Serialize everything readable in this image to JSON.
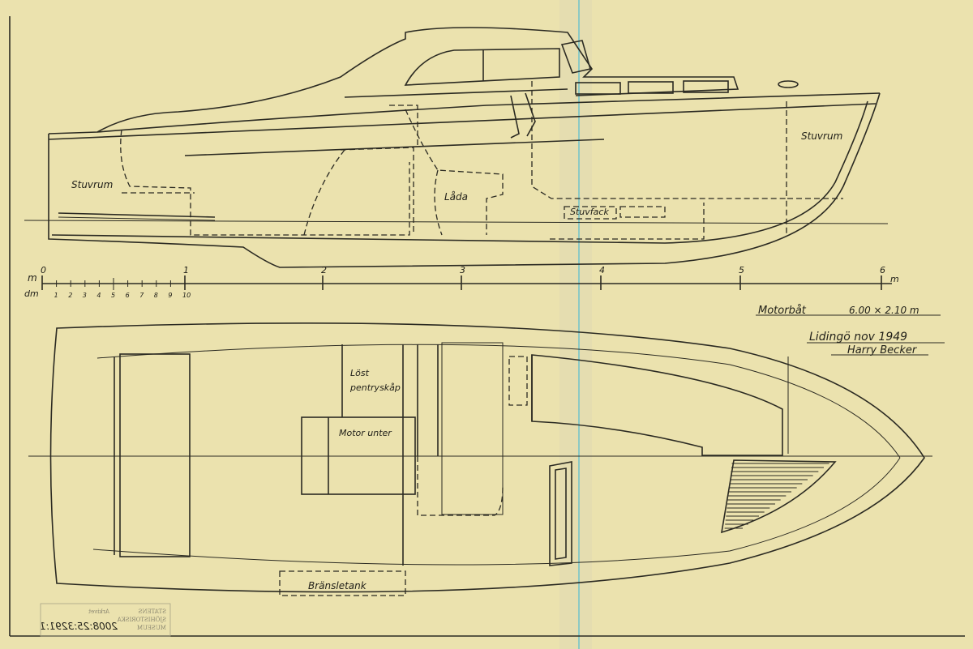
{
  "title_block": {
    "boat": "Motorbåt",
    "dimensions": "6.00 × 2.10 m",
    "place_date": "Lidingö nov 1949",
    "signature": "Harry Becker"
  },
  "profile_labels": {
    "stuvrum_aft": "Stuvrum",
    "stuvrum_fwd": "Stuvrum",
    "lada": "Låda",
    "stuvfack": "Stuvfack"
  },
  "plan_labels": {
    "pentry_1": "Löst",
    "pentry_2": "pentryskåp",
    "motor": "Motor unter",
    "fuel_tank": "Bränsletank"
  },
  "scale": {
    "m_unit": "m",
    "dm_unit": "dm",
    "m_ticks": [
      "0",
      "1",
      "2",
      "3",
      "4",
      "5",
      "6"
    ],
    "dm_ticks": [
      "1",
      "2",
      "3",
      "4",
      "5",
      "6",
      "7",
      "8",
      "9",
      "10"
    ],
    "m_end": "m"
  },
  "stamp": {
    "line1": "STATENS",
    "line2": "SJÖHISTORISKA",
    "line3": "MUSEUM",
    "archive": "Arkivet",
    "number": "2008:25:3291:1"
  }
}
